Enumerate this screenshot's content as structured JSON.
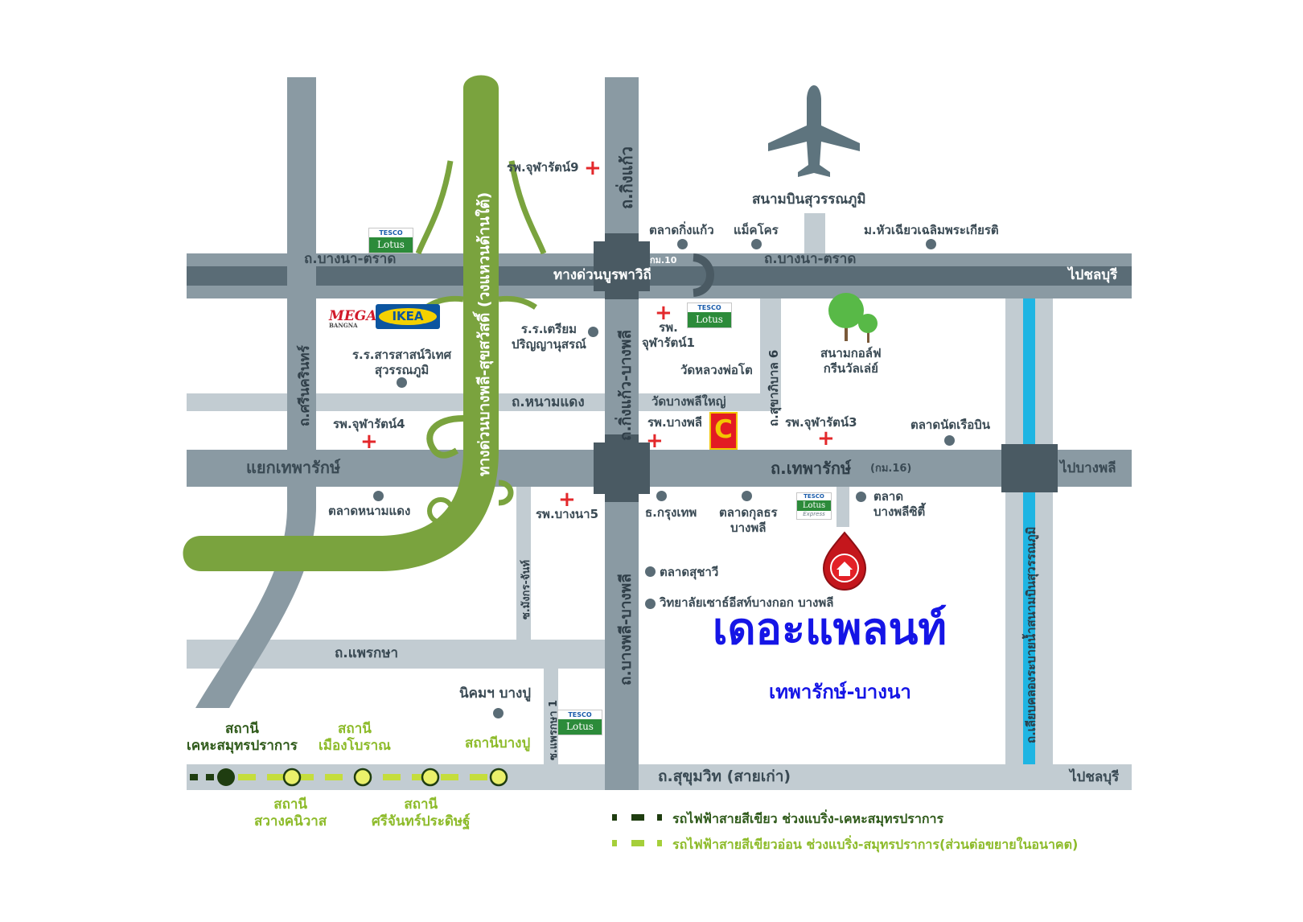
{
  "roads": {
    "bangna_trad_left": "ถ.บางนา-ตราด",
    "bangna_trad_right": "ถ.บางนา-ตราด",
    "km10": "กม.10",
    "burapha_withi": "ทางด่วนบูรพาวิถี",
    "to_chonburi_top": "ไปชลบุรี",
    "to_chonburi_bottom": "ไปชลบุรี",
    "thepharak": "ถ.เทพารักษ์",
    "thepharak_km": "(กม.16)",
    "to_bangphli": "ไปบางพลี",
    "yaek_thepharak": "แยกเทพารักษ์",
    "nam_daeng": "ถ.หนามแดง",
    "phraeksa": "ถ.แพรกษา",
    "sukhumvit": "ถ.สุขุมวิท (สายเก่า)",
    "srinakarin": "ถ.ศรีนครินทร์",
    "kingkaeo": "ถ.กิ่งแก้ว",
    "kingkaeo_bangphli": "ถ.กิ่งแก้ว-บางพลี",
    "bangphli_bangphli": "ถ.บางพลี-บางพลี",
    "sukhaphiban6": "ถ.สุขาภิบาล 6",
    "mangkorn_chan": "ซ.มังกร-จันท์",
    "phraekrsa1": "ซ.แพรกษา 1",
    "canal_road": "ถ.เลียบคลองระบายน้ำสนามบินสุวรรณภูมิ",
    "expressway": "ทางด่วนบางพลี-สุขสวัสดิ์ (วงแหวนด้านใต้)"
  },
  "places": {
    "airport": "สนามบินสุวรรณภูมิ",
    "chularat9": "รพ.จุฬารัตน์9",
    "talat_kingkaeo": "ตลาดกิ่งแก้ว",
    "makro": "แม็คโคร",
    "huachiew": "ม.หัวเฉียวเฉลิมพระเกียรติ",
    "school_triam": "ร.ร.เตรียม\nปริญญานุสรณ์",
    "chularat1": "รพ.\nจุฬารัตน์1",
    "wat_luang_pho_to": "วัดหลวงพ่อโต",
    "golf": "สนามกอล์ฟ\nกรีนวัลเล่ย์",
    "school_sarasas": "ร.ร.สารสาสน์วิเทศ\nสุวรรณภูมิ",
    "wat_bangphli_yai": "วัดบางพลีใหญ่",
    "rp_bangphli": "รพ.บางพลี",
    "chularat3": "รพ.จุฬารัตน์3",
    "talat_nat_ruea_bin": "ตลาดนัดเรือบิน",
    "chularat4": "รพ.จุฬารัตน์4",
    "talat_nam_daeng": "ตลาดหนามแดง",
    "rp_bangna5": "รพ.บางนา5",
    "bangkok_bank": "ธ.กรุงเทพ",
    "talat_kulson": "ตลาดกุลธร\nบางพลี",
    "talat_bangphli_city": "ตลาด\nบางพลีซิตี้",
    "talat_suchawi": "ตลาดสุชาวี",
    "st_theresa": "วิทยาลัยเซาธ์อีสท์บางกอก บางพลี",
    "nikhom_bangpu": "นิคมฯ บางปู"
  },
  "brands": {
    "tesco_top": "TESCO",
    "lotus": "Lotus",
    "express": "Express",
    "mega": "MEGA",
    "mega_sub": "BANGNA",
    "ikea": "IKEA",
    "bigc": "C"
  },
  "stations": {
    "kheha": "สถานี\nเคหะสมุทรปราการ",
    "mueang_boran": "สถานี\nเมืองโบราณ",
    "bangpu": "สถานีบางปู",
    "sawang": "สถานี\nสวางคนิวาส",
    "srichan": "สถานี\nศรีจันทร์ประดิษฐ์"
  },
  "legend": {
    "dark_green_line": "รถไฟฟ้าสายสีเขียว ช่วงแบริ่ง-เคหะสมุทรปราการ",
    "light_green_line": "รถไฟฟ้าสายสีเขียวอ่อน ช่วงแบริ่ง-สมุทรปราการ(ส่วนต่อขยายในอนาคต)"
  },
  "project": {
    "name": "เดอะแพลนท์",
    "location": "เทพารักษ์-บางนา"
  },
  "colors": {
    "road": "#8a9aa3",
    "road_dark": "#5a6c76",
    "expressway_green": "#7aa33e",
    "light_green": "#c5dd3c",
    "dark_green": "#1f3d10",
    "canal": "#1fb5e3",
    "hospital_red": "#e3282b",
    "title_blue": "#1515e6"
  },
  "icons": [
    "airplane-icon",
    "home-pin-icon",
    "hospital-cross-icon",
    "tree-icon",
    "station-circle-icon"
  ]
}
